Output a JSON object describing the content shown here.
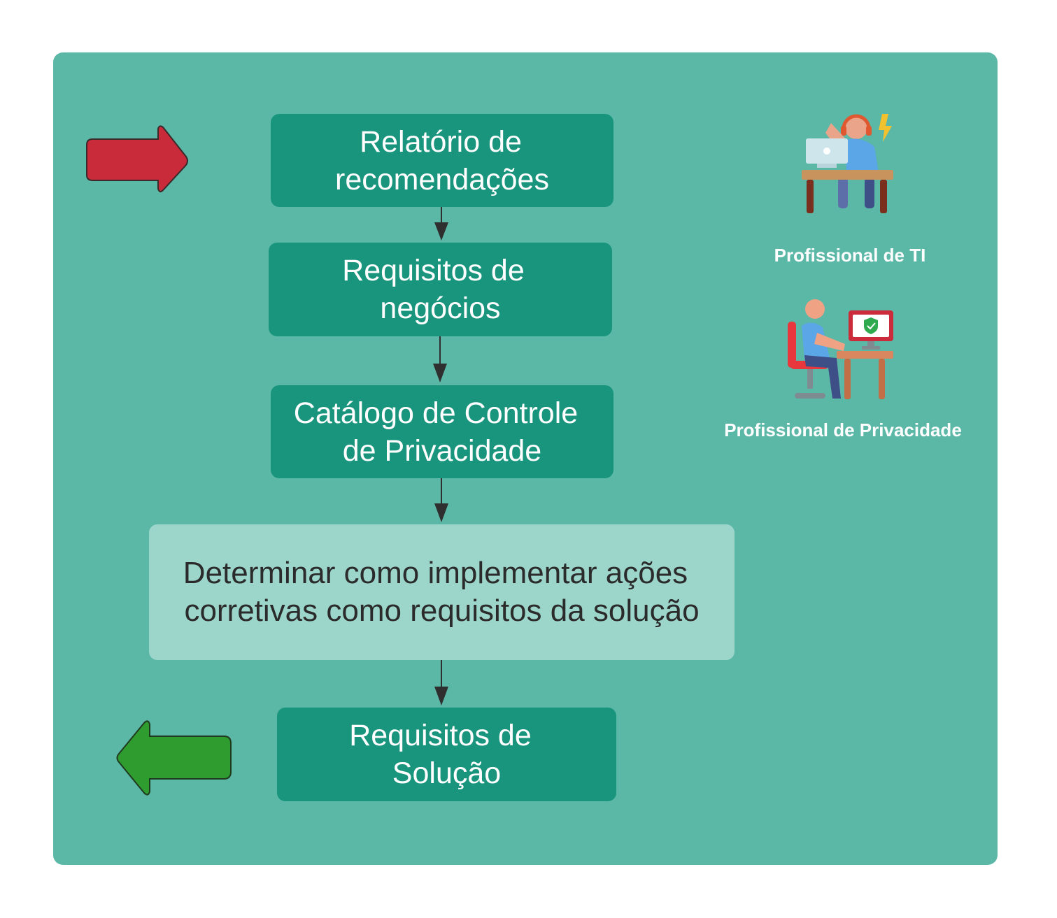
{
  "steps": [
    {
      "line1": "Relatório de",
      "line2": "recomendações"
    },
    {
      "line1": "Requisitos de",
      "line2": "negócios"
    },
    {
      "line1": "Catálogo de Controle",
      "line2": "de Privacidade"
    },
    {
      "line1": "Determinar como implementar ações",
      "line2": "corretivas como requisitos da solução"
    },
    {
      "line1": "Requisitos de",
      "line2": "Solução"
    }
  ],
  "roles": {
    "it": "Profissional de TI",
    "privacy": "Profissional de Privacidade"
  },
  "icons": {
    "input_arrow": "right-arrow-icon",
    "output_arrow": "left-arrow-icon",
    "it_professional": "it-professional-icon",
    "privacy_professional": "privacy-professional-icon"
  },
  "colors": {
    "panel": "#5bb8a6",
    "step": "#1a957d",
    "highlight_step": "#9cd6cb",
    "input_arrow": "#c92b3a",
    "output_arrow": "#2e9c2f"
  }
}
